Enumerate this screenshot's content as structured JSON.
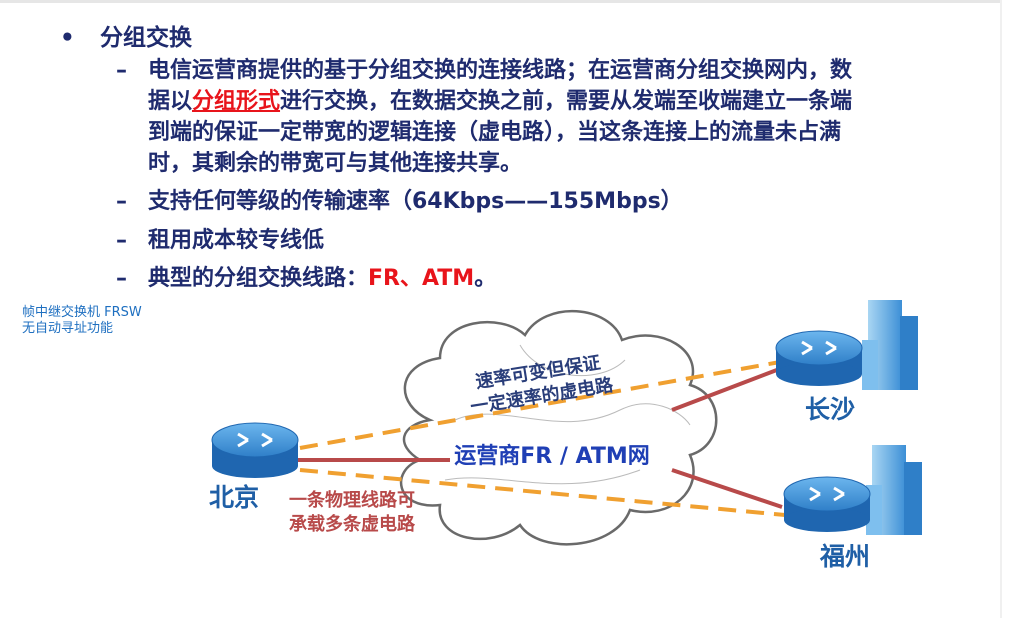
{
  "slide": {
    "bullet_marker": "•",
    "bullet_title": "分组交换",
    "dash": "–",
    "para1": {
      "line1": "电信运营商提供的基于分组交换的连接线路；在运营商分组交换网内，数",
      "line2_pre": "据以",
      "line2_highlight": "分组形式",
      "line2_post": "进行交换，在数据交换之前，需要从发端至收端建立一条端",
      "line3": "到端的保证一定带宽的逻辑连接（虚电路），当这条连接上的流量未占满",
      "line4": "时，其剩余的带宽可与其他连接共享。"
    },
    "item2": "支持任何等级的传输速率（64Kbps——155Mbps）",
    "item3": "租用成本较专线低",
    "item4_pre": "典型的分组交换线路：",
    "item4_highlight": "FR、ATM",
    "item4_post": "。"
  },
  "note": {
    "line1": "帧中继交换机 FRSW",
    "line2": "无自动寻址功能"
  },
  "diagram": {
    "cloud_label": "运营商FR / ATM网",
    "cloud_caption_line1": "速率可变但保证",
    "cloud_caption_line2": "一定速率的虚电路",
    "site_beijing": "北京",
    "site_changsha": "长沙",
    "site_fuzhou": "福州",
    "physical_caption_line1": "一条物理线路可",
    "physical_caption_line2": "承载多条虚电路",
    "colors": {
      "text_blue": "#1f2b6e",
      "highlight_red": "#e8141b",
      "physical_line": "#b84a4a",
      "virtual_line": "#f0a030",
      "router": "#2f7fc8"
    }
  }
}
